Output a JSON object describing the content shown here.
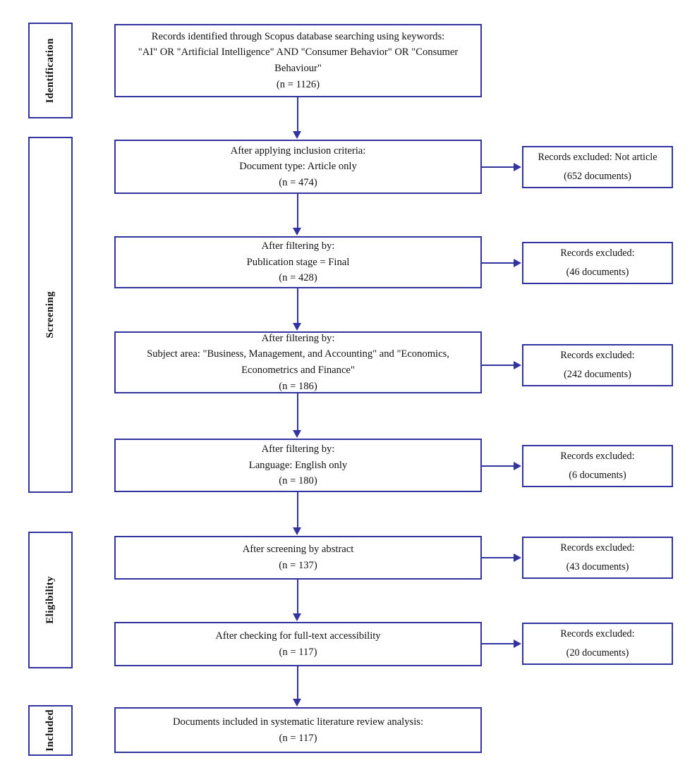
{
  "diagram": {
    "title": "PRISMA study selection flow diagram",
    "accent_color": "#3333a0",
    "text_color": "#111111",
    "background_color": "#ffffff"
  },
  "stages": [
    {
      "id": "identification",
      "label": "Identification"
    },
    {
      "id": "screening",
      "label": "Screening"
    },
    {
      "id": "eligibility",
      "label": "Eligibility"
    },
    {
      "id": "included",
      "label": "Included"
    }
  ],
  "flow_boxes": [
    {
      "id": "identified",
      "text": "Records identified through Scopus database searching using keywords:\n\"AI\" OR \"Artificial Intelligence\" AND \"Consumer Behavior\" OR \"Consumer Behaviour\"\n(n = 1126)",
      "count_label": "(n = 1126)",
      "count": 1126
    },
    {
      "id": "inclusion-criteria",
      "text": "After applying inclusion criteria:\nDocument type: Article only\n(n = 474)",
      "count_label": "(n = 474)",
      "count": 474
    },
    {
      "id": "publication-stage",
      "text": "After filtering by:\nPublication stage = Final\n(n = 428)",
      "count_label": "(n = 428)",
      "count": 428
    },
    {
      "id": "subject-area",
      "text": "After filtering by:\nSubject area: \"Business, Management, and Accounting\" and \"Economics, Econometrics and Finance\"\n(n = 186)",
      "count_label": "(n = 186)",
      "count": 186
    },
    {
      "id": "language",
      "text": "After filtering by:\nLanguage: English only\n(n = 180)",
      "count_label": "(n = 180)",
      "count": 180
    },
    {
      "id": "abstract-screening",
      "text": "After screening by abstract\n(n = 137)",
      "count_label": "(n = 137)",
      "count": 137
    },
    {
      "id": "full-text-accessibility",
      "text": "After checking for full-text accessibility\n(n = 117)",
      "count_label": "(n = 117)",
      "count": 117
    },
    {
      "id": "documents-included",
      "text": "Documents included in systematic literature review analysis:\n(n = 117)",
      "count_label": "(n = 117)",
      "count": 117
    }
  ],
  "excluded_boxes": [
    {
      "id": "excluded-not-article",
      "text": "Records excluded: Not article\n(652 documents)",
      "count": 652
    },
    {
      "id": "excluded-publication-stage",
      "text": "Records excluded:\n(46 documents)",
      "count": 46
    },
    {
      "id": "excluded-subject-area",
      "text": "Records excluded:\n(242 documents)",
      "count": 242
    },
    {
      "id": "excluded-language",
      "text": "Records excluded:\n(6 documents)",
      "count": 6
    },
    {
      "id": "excluded-abstract",
      "text": "Records excluded:\n(43 documents)",
      "count": 43
    },
    {
      "id": "excluded-full-text",
      "text": "Records excluded:\n(20 documents)",
      "count": 20
    }
  ]
}
